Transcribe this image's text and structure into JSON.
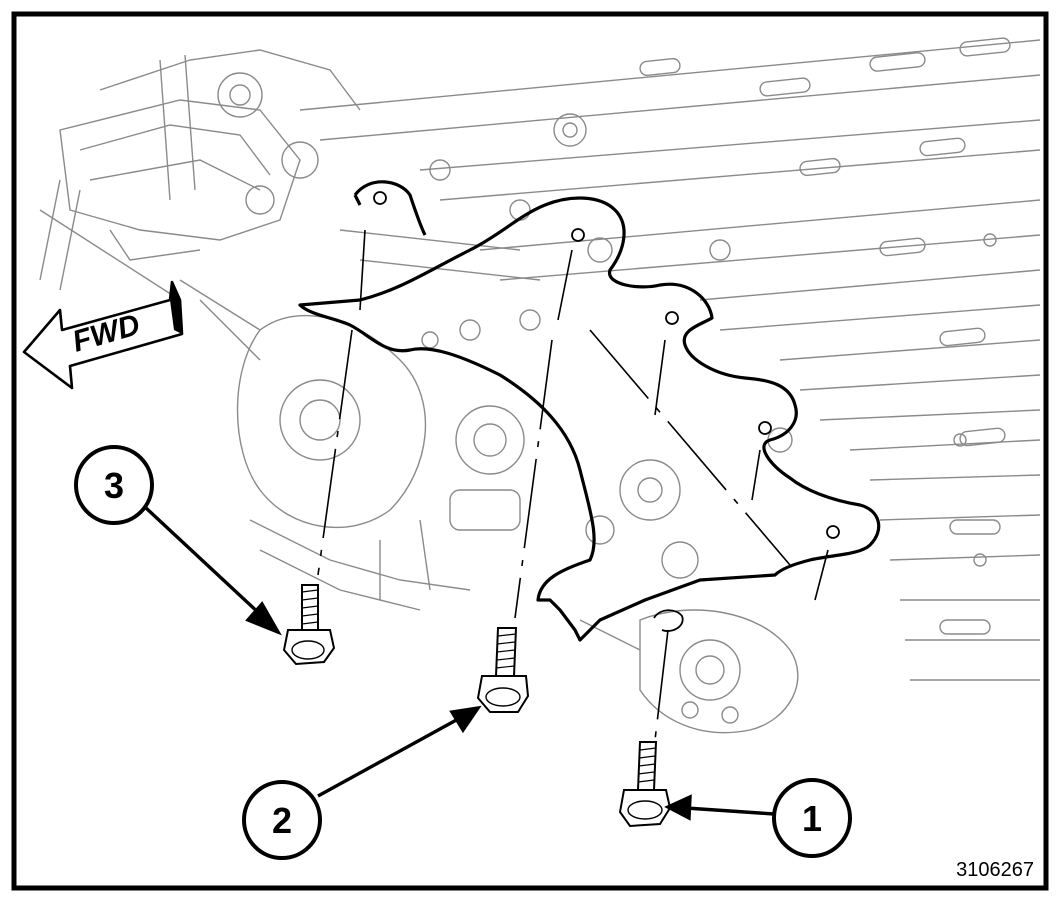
{
  "direction_label": "FWD",
  "figure_number": "3106267",
  "callouts": [
    {
      "number": "1",
      "target": "bolt-1"
    },
    {
      "number": "2",
      "target": "bolt-2"
    },
    {
      "number": "3",
      "target": "bolt-3"
    }
  ],
  "colors": {
    "line_art": "#8a8a8a",
    "bracket_outline": "#000000",
    "border": "#000000",
    "background": "#ffffff"
  },
  "icons": [
    "fwd-arrow-icon",
    "bolt-icon"
  ]
}
